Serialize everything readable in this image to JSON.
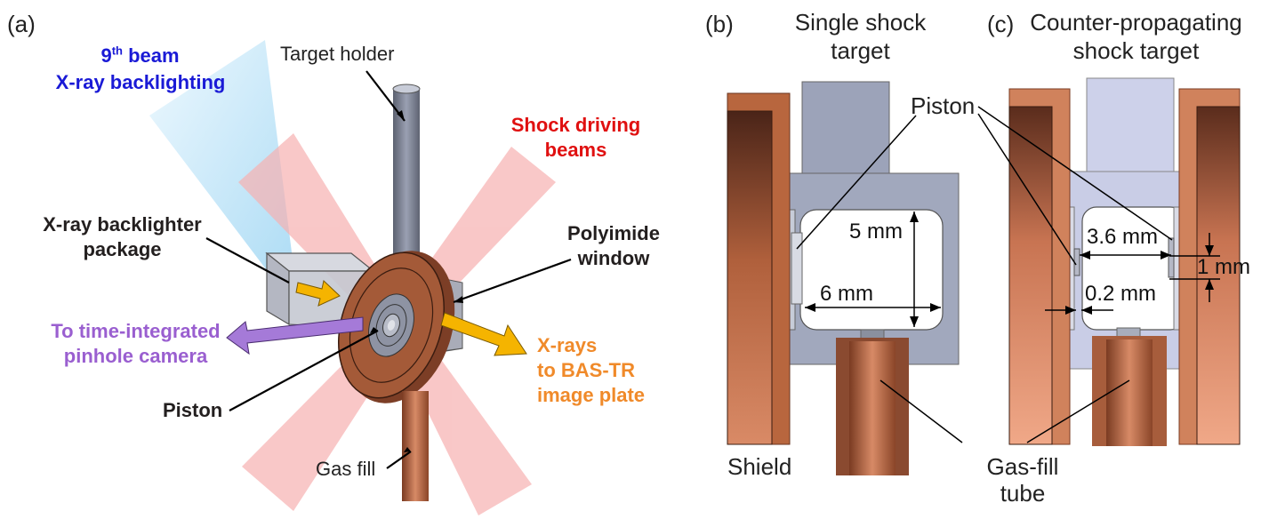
{
  "panel_a": {
    "letter": "(a)",
    "beam9_sup_prefix": "9",
    "beam9_sup": "th",
    "beam9_rest": " beam",
    "beam9_line2": "X-ray backlighting",
    "target_holder": "Target holder",
    "shock_line1": "Shock driving",
    "shock_line2": "beams",
    "backlighter_line1": "X-ray backlighter",
    "backlighter_line2": "package",
    "polyimide_line1": "Polyimide",
    "polyimide_line2": "window",
    "pinhole_line1": "To time-integrated",
    "pinhole_line2": "pinhole camera",
    "xrays_line1": "X-rays",
    "xrays_line2": "to BAS-TR",
    "xrays_line3": "image plate",
    "piston": "Piston",
    "gas_fill": "Gas fill"
  },
  "panel_b": {
    "letter": "(b)",
    "title_line1": "Single shock",
    "title_line2": "target",
    "piston": "Piston",
    "dim_height": "5 mm",
    "dim_width": "6 mm",
    "shield": "Shield"
  },
  "panel_c": {
    "letter": "(c)",
    "title_line1": "Counter-propagating",
    "title_line2": "shock target",
    "dim_width": "3.6 mm",
    "dim_gap": "0.2 mm",
    "dim_height": "1 mm",
    "gas_fill_line1": "Gas-fill",
    "gas_fill_line2": "tube"
  },
  "colors": {
    "beam_pink": "#f7b0b0",
    "backlight_blue": "#bfe4f6",
    "copper": "#b8643e",
    "steel": "#9da6b8",
    "purple_arrow": "#a57ad8",
    "orange_arrow": "#f5b400"
  }
}
